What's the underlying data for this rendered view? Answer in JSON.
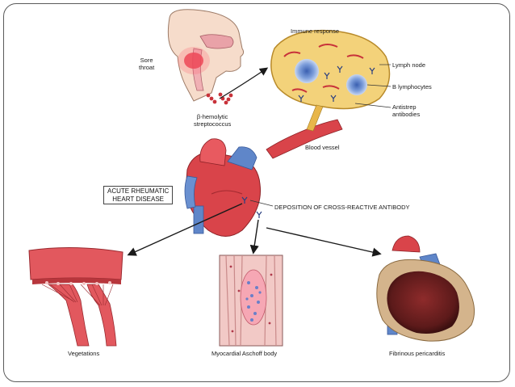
{
  "labels": {
    "sore_throat": "Sore\nthroat",
    "streptococcus": "β-hemolytic\nstreptococcus",
    "immune_response": "Immune response",
    "lymph_node": "Lymph node",
    "b_lymphocytes": "B lymphocytes",
    "antistrep_antibodies": "Antistrep\nantibodies",
    "blood_vessel": "Blood vessel",
    "acute_rheumatic": "ACUTE RHEUMATIC\nHEART DISEASE",
    "deposition": "DEPOSITION OF CROSS-REACTIVE ANTIBODY",
    "vegetations": "Vegetations",
    "aschoff": "Myocardial Aschoff body",
    "pericarditis": "Fibrinous pericarditis"
  },
  "colors": {
    "node_fill": "#f3d27a",
    "node_outline": "#b88a2a",
    "heart_red": "#d9444a",
    "vessel_blue": "#5f86c9",
    "skin": "#f6dccb",
    "arrow": "#1a1a1a"
  }
}
